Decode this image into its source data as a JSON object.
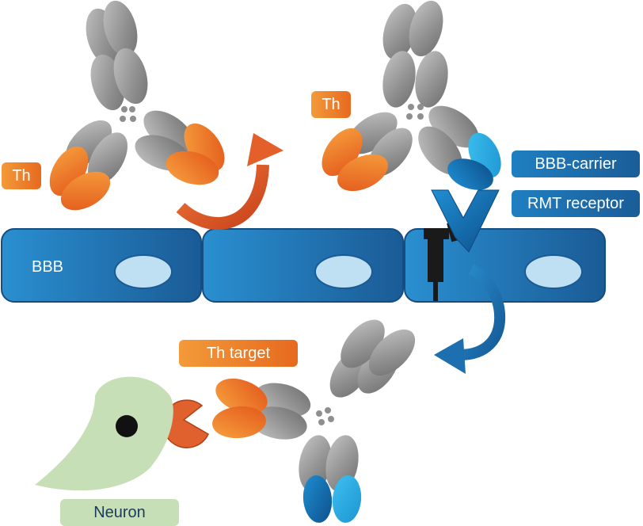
{
  "labels": {
    "th_left": "Th",
    "th_right": "Th",
    "bbb_carrier": "BBB-carrier",
    "rmt_receptor": "RMT receptor",
    "bbb": "BBB",
    "th_target": "Th target",
    "neuron": "Neuron"
  },
  "colors": {
    "orange": "#f08a30",
    "blue_dark": "#1a5d98",
    "blue_light": "#29a8e0",
    "gray": "#9a9a9a",
    "neuron_green": "#c7dfb7",
    "nucleus": "#bfe0f2"
  }
}
